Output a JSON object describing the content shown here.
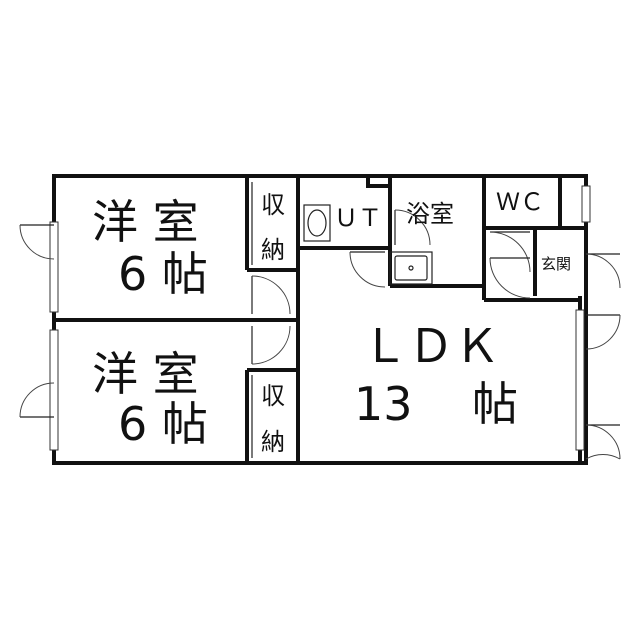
{
  "rooms": {
    "western_room_top": {
      "name": "洋  室",
      "size": "6 帖"
    },
    "western_room_bottom": {
      "name": "洋  室",
      "size": "6 帖"
    },
    "closet_top": {
      "char1": "収",
      "char2": "納"
    },
    "closet_bottom": {
      "char1": "収",
      "char2": "納"
    },
    "utility": "ＵＴ",
    "bathroom": "浴室",
    "toilet": "ＷＣ",
    "entrance": "玄関",
    "ldk": {
      "name": "ＬＤＫ",
      "size_num": "13",
      "size_unit": "帖"
    }
  }
}
